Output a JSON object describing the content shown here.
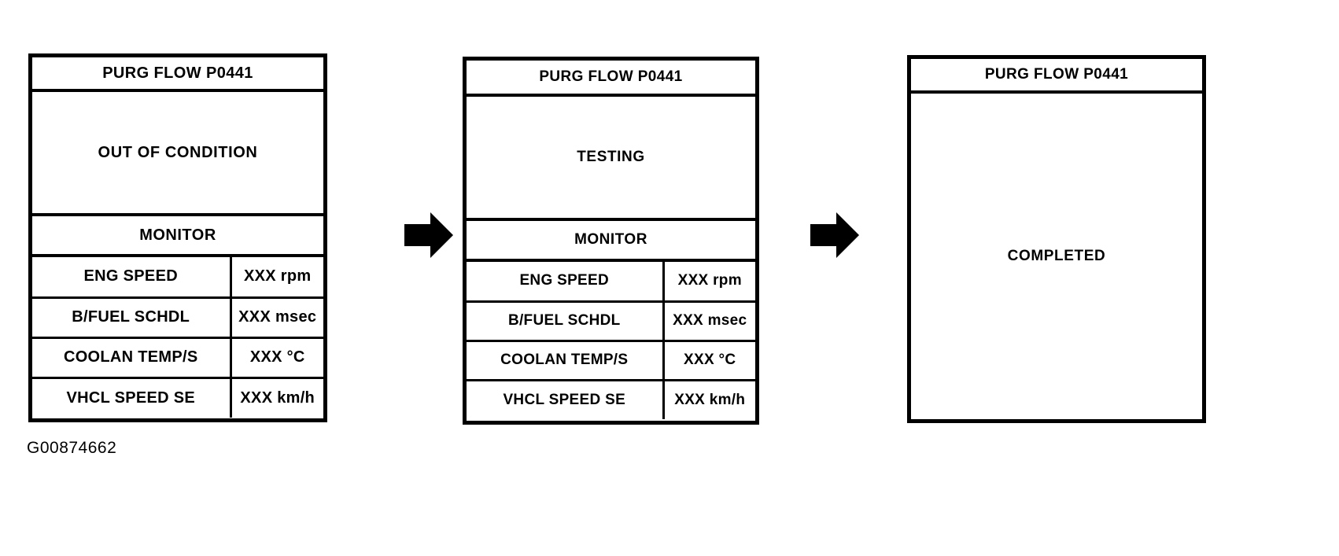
{
  "figure": {
    "caption": "G00874662",
    "ink_color": "#000000",
    "background_color": "#ffffff"
  },
  "shared": {
    "title": "PURG FLOW P0441",
    "monitor_label": "MONITOR",
    "arrow_icon": "right-block-arrow-icon",
    "parameters": [
      {
        "label": "ENG SPEED",
        "value": "XXX rpm"
      },
      {
        "label": "B/FUEL SCHDL",
        "value": "XXX msec"
      },
      {
        "label": "COOLAN TEMP/S",
        "value": "XXX °C"
      },
      {
        "label": "VHCL SPEED SE",
        "value": "XXX km/h"
      }
    ]
  },
  "panels": [
    {
      "id": "panel-1",
      "title": "PURG FLOW P0441",
      "status": "OUT OF CONDITION",
      "monitor_label": "MONITOR",
      "has_table": true,
      "rows": [
        {
          "label": "ENG SPEED",
          "value": "XXX rpm"
        },
        {
          "label": "B/FUEL SCHDL",
          "value": "XXX msec"
        },
        {
          "label": "COOLAN TEMP/S",
          "value": "XXX °C"
        },
        {
          "label": "VHCL SPEED SE",
          "value": "XXX km/h"
        }
      ]
    },
    {
      "id": "panel-2",
      "title": "PURG FLOW P0441",
      "status": "TESTING",
      "monitor_label": "MONITOR",
      "has_table": true,
      "rows": [
        {
          "label": "ENG SPEED",
          "value": "XXX rpm"
        },
        {
          "label": "B/FUEL SCHDL",
          "value": "XXX msec"
        },
        {
          "label": "COOLAN TEMP/S",
          "value": "XXX °C"
        },
        {
          "label": "VHCL SPEED SE",
          "value": "XXX km/h"
        }
      ]
    },
    {
      "id": "panel-3",
      "title": "PURG FLOW P0441",
      "status": "COMPLETED",
      "monitor_label": "",
      "has_table": false,
      "rows": []
    }
  ]
}
